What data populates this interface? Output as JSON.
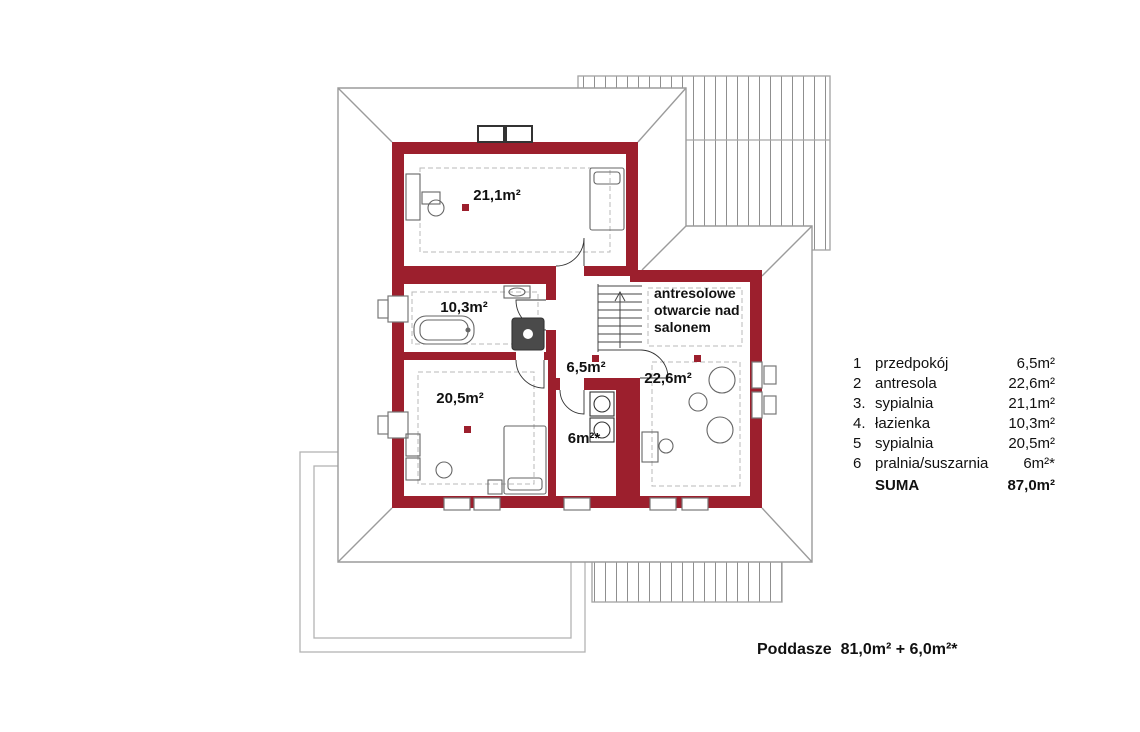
{
  "colors": {
    "wall": "#9c1f2d",
    "roof_line": "#9b9b9b",
    "hatch_line": "#8f8f8f",
    "dash_line": "#b8b8b8"
  },
  "plan": {
    "rooms": {
      "bedroom_top": "21,1m²",
      "bathroom": "10,3m²",
      "hall": "6,5m²",
      "antresola": "22,6m²",
      "bedroom_bottom": "20,5m²",
      "laundry": "6m²*"
    },
    "note_lines": [
      "antresolowe",
      "otwarcie nad",
      "salonem"
    ]
  },
  "legend": {
    "rows": [
      {
        "num": "1",
        "name": "przedpokój",
        "area": "6,5m²"
      },
      {
        "num": "2",
        "name": "antresola",
        "area": "22,6m²"
      },
      {
        "num": "3.",
        "name": "sypialnia",
        "area": "21,1m²"
      },
      {
        "num": "4.",
        "name": "łazienka",
        "area": "10,3m²"
      },
      {
        "num": "5",
        "name": "sypialnia",
        "area": "20,5m²"
      },
      {
        "num": "6",
        "name": "pralnia/suszarnia",
        "area": "6m²*"
      }
    ],
    "total_label": "SUMA",
    "total_area": "87,0m²"
  },
  "footer": {
    "text": "Poddasze  81,0m² + 6,0m²*"
  }
}
